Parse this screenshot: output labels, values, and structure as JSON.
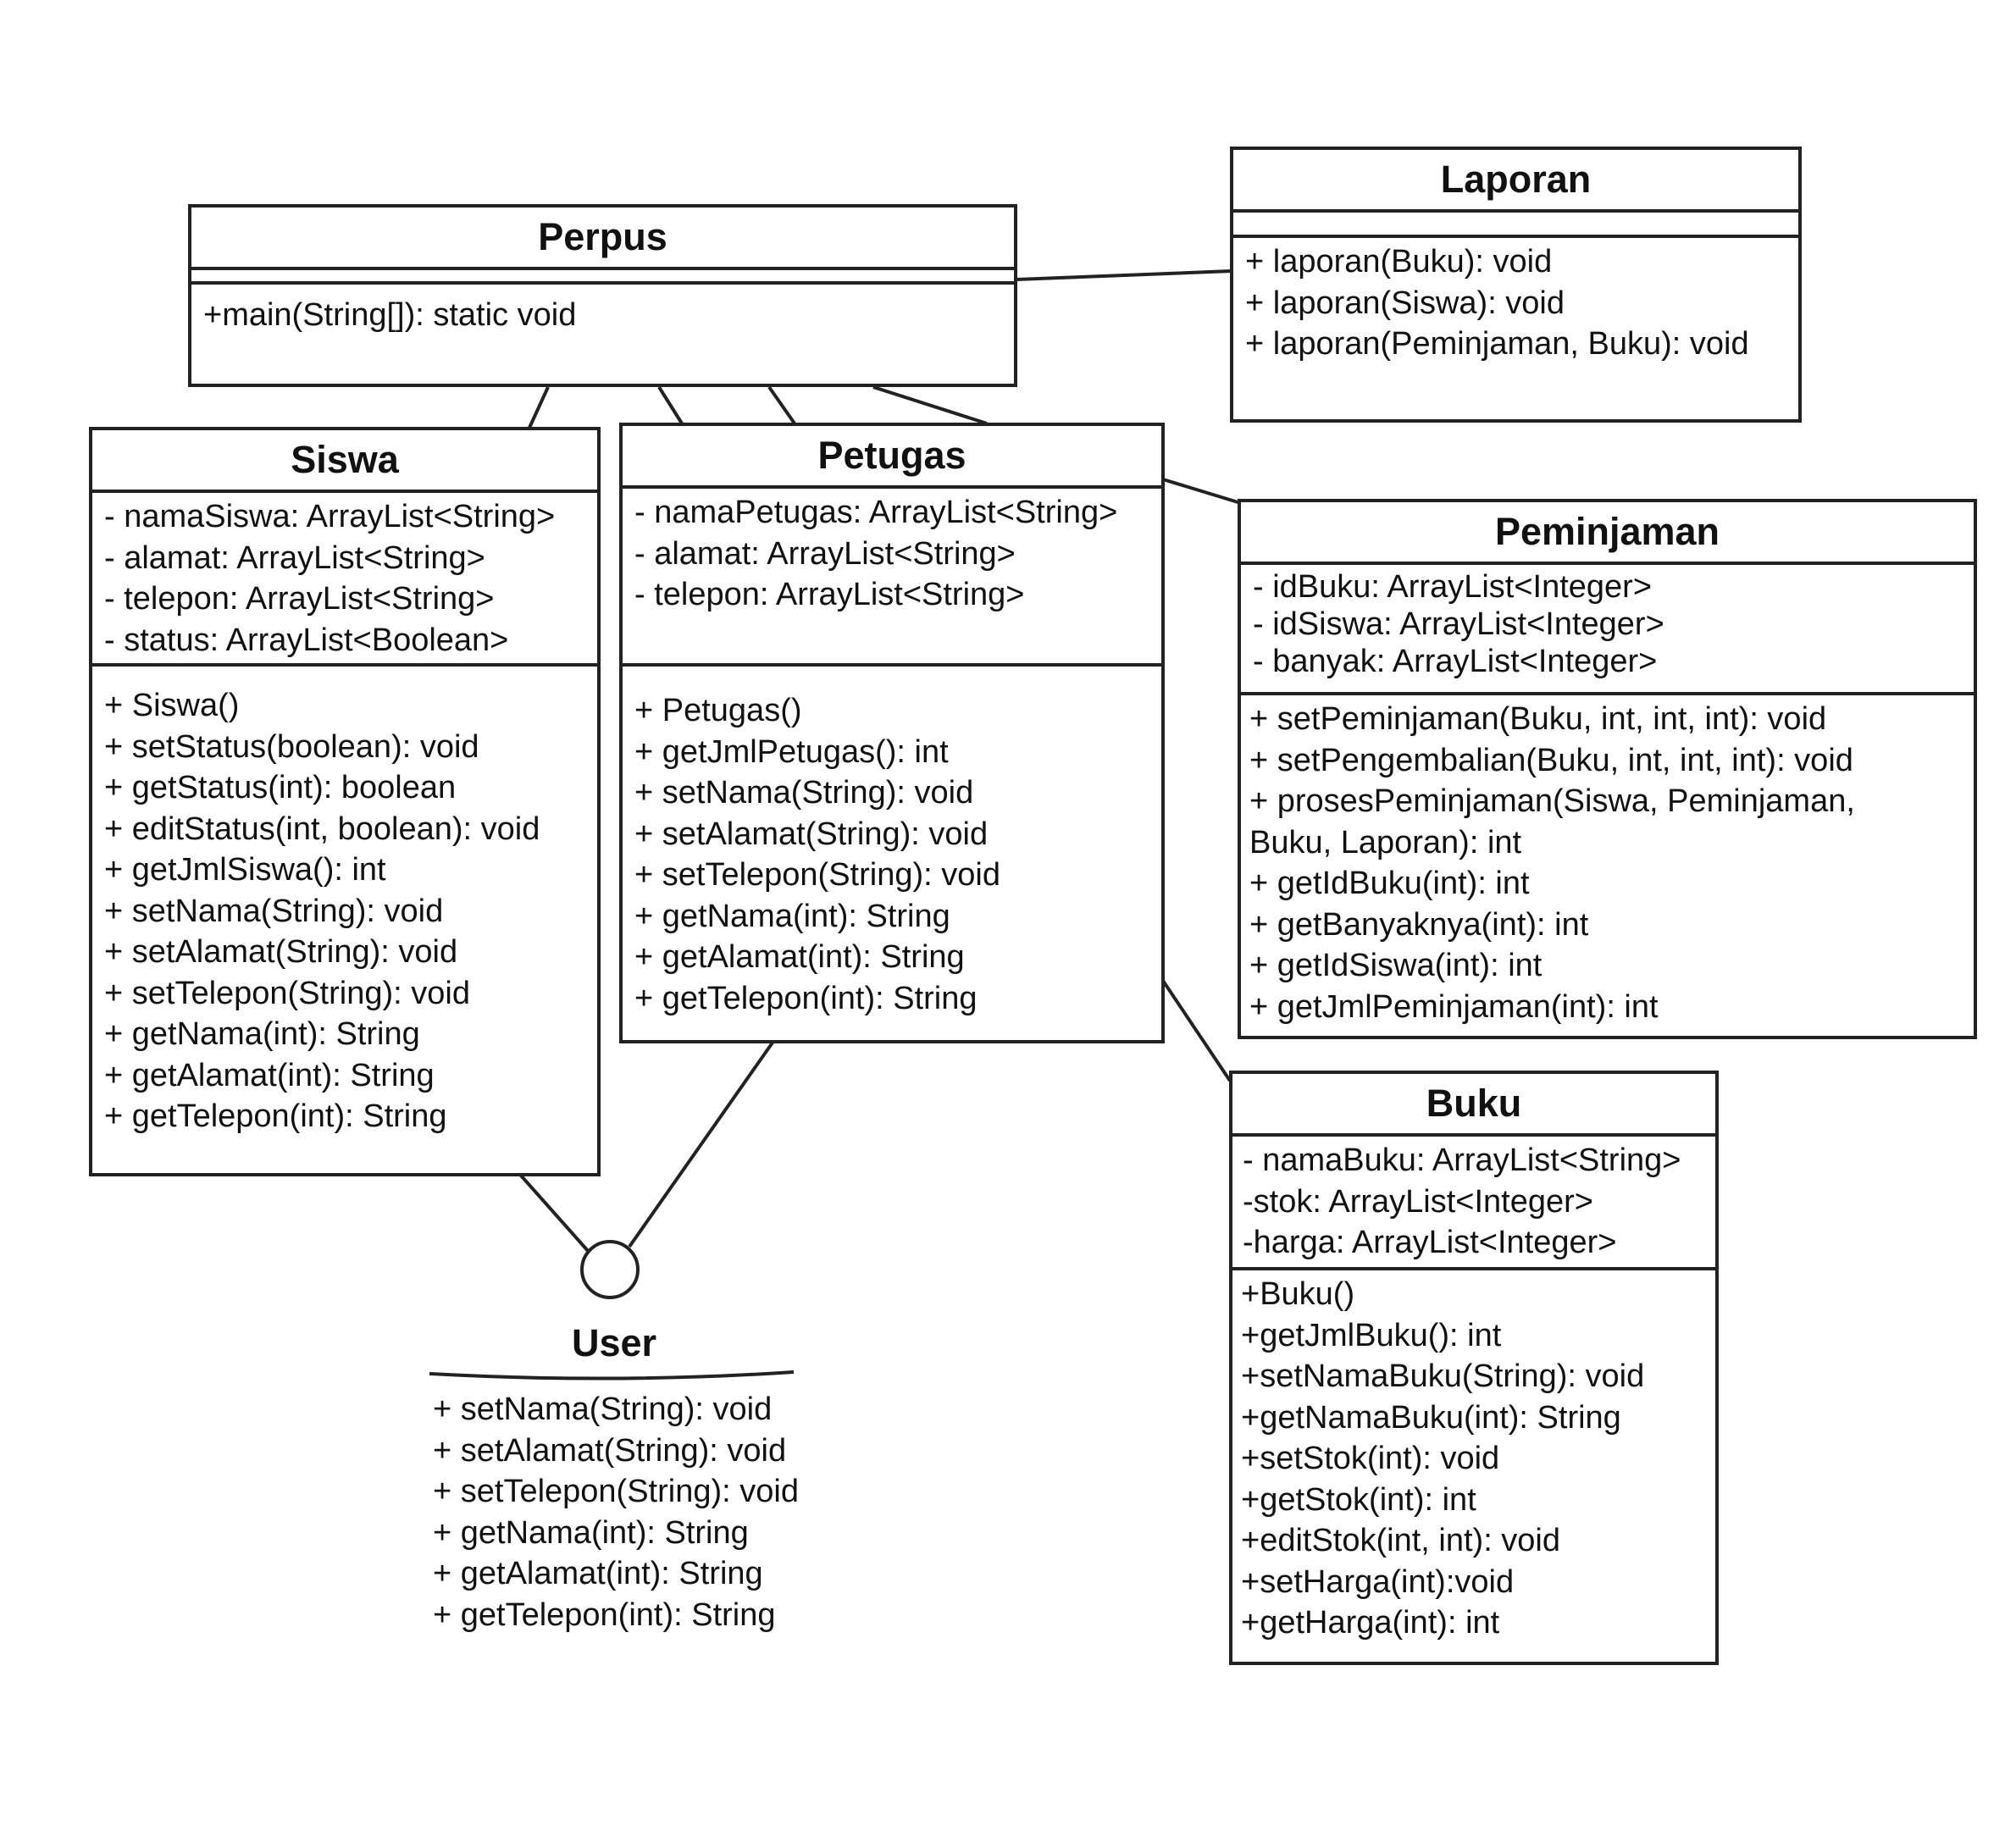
{
  "classes": {
    "perpus": {
      "name": "Perpus",
      "methods": [
        "+main(String[]): static void"
      ]
    },
    "laporan": {
      "name": "Laporan",
      "methods": [
        "+ laporan(Buku): void",
        "+ laporan(Siswa): void",
        "+ laporan(Peminjaman, Buku): void"
      ]
    },
    "siswa": {
      "name": "Siswa",
      "attributes": [
        "- namaSiswa: ArrayList<String>",
        "- alamat: ArrayList<String>",
        "- telepon: ArrayList<String>",
        "- status: ArrayList<Boolean>"
      ],
      "methods": [
        "+ Siswa()",
        "+ setStatus(boolean): void",
        "+ getStatus(int): boolean",
        "+ editStatus(int, boolean): void",
        "+ getJmlSiswa(): int",
        "+ setNama(String): void",
        "+ setAlamat(String): void",
        "+ setTelepon(String): void",
        "+ getNama(int): String",
        "+ getAlamat(int): String",
        "+ getTelepon(int): String"
      ]
    },
    "petugas": {
      "name": "Petugas",
      "attributes": [
        "- namaPetugas: ArrayList<String>",
        "- alamat: ArrayList<String>",
        "- telepon: ArrayList<String>"
      ],
      "methods": [
        "+ Petugas()",
        "+ getJmlPetugas(): int",
        "+ setNama(String): void",
        "+ setAlamat(String): void",
        "+ setTelepon(String): void",
        "+ getNama(int): String",
        "+ getAlamat(int): String",
        "+ getTelepon(int): String"
      ]
    },
    "peminjaman": {
      "name": "Peminjaman",
      "attributes": [
        "- idBuku: ArrayList<Integer>",
        "- idSiswa: ArrayList<Integer>",
        "- banyak: ArrayList<Integer>"
      ],
      "methods": [
        "+ setPeminjaman(Buku, int, int, int): void",
        "+ setPengembalian(Buku, int, int, int): void",
        "+ prosesPeminjaman(Siswa, Peminjaman,",
        "Buku, Laporan): int",
        "+ getIdBuku(int): int",
        "+ getBanyaknya(int): int",
        "+ getIdSiswa(int): int",
        "+ getJmlPeminjaman(int): int"
      ]
    },
    "buku": {
      "name": "Buku",
      "attributes": [
        " - namaBuku: ArrayList<String>",
        " -stok: ArrayList<Integer>",
        " -harga: ArrayList<Integer>"
      ],
      "methods": [
        "+Buku()",
        "+getJmlBuku(): int",
        "+setNamaBuku(String): void",
        "+getNamaBuku(int): String",
        "+setStok(int): void",
        "+getStok(int): int",
        "+editStok(int, int): void",
        "+setHarga(int):void",
        "+getHarga(int): int"
      ]
    }
  },
  "interface": {
    "name": "User",
    "methods": [
      "+ setNama(String): void",
      "+ setAlamat(String): void",
      "+ setTelepon(String): void",
      "+ getNama(int): String",
      "+ getAlamat(int): String",
      "+ getTelepon(int): String"
    ]
  },
  "colors": {
    "stroke": "#222222",
    "background": "#ffffff"
  }
}
